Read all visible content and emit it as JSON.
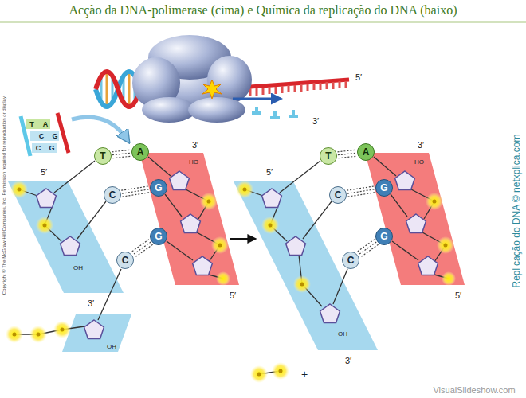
{
  "diagram": {
    "title": "Acção da DNA-polimerase (cima) e Química da replicação do DNA (baixo)",
    "nodes": [
      {
        "text": [
          "T"
        ]
      },
      {
        "text": [
          "A"
        ]
      },
      {
        "text": [
          "C"
        ]
      },
      {
        "text": [
          "G"
        ]
      },
      {
        "text": [
          "G"
        ]
      },
      {
        "text": [
          "C"
        ]
      },
      {
        "text": [
          "T"
        ]
      },
      {
        "text": [
          "A"
        ]
      },
      {
        "text": [
          "C"
        ]
      },
      {
        "text": [
          "G"
        ]
      },
      {
        "text": [
          "G"
        ]
      },
      {
        "text": [
          "C"
        ]
      }
    ],
    "edges": [
      {
        "from": 0,
        "to": 1,
        "arrow": "none"
      },
      {
        "from": 2,
        "to": 3,
        "arrow": "none"
      },
      {
        "from": 4,
        "to": 5,
        "arrow": "none"
      },
      {
        "from": 6,
        "to": 7,
        "arrow": "none"
      },
      {
        "from": 8,
        "to": 9,
        "arrow": "none"
      },
      {
        "from": 10,
        "to": 11,
        "arrow": "none"
      }
    ],
    "labels": [
      "T",
      "A",
      "C",
      "G",
      "C",
      "G",
      "5′",
      "3′",
      "3′",
      "HO",
      "5′",
      "OH",
      "3′",
      "5′",
      "OH",
      "3′",
      "HO",
      "5′",
      "OH",
      "3′",
      "5′",
      "+",
      "Replicação do DNA © netxplica.com",
      "Copyright © The McGraw-Hill Companies, Inc. Permission required for reproduction or display.",
      "VisualSlideshow.com"
    ]
  }
}
